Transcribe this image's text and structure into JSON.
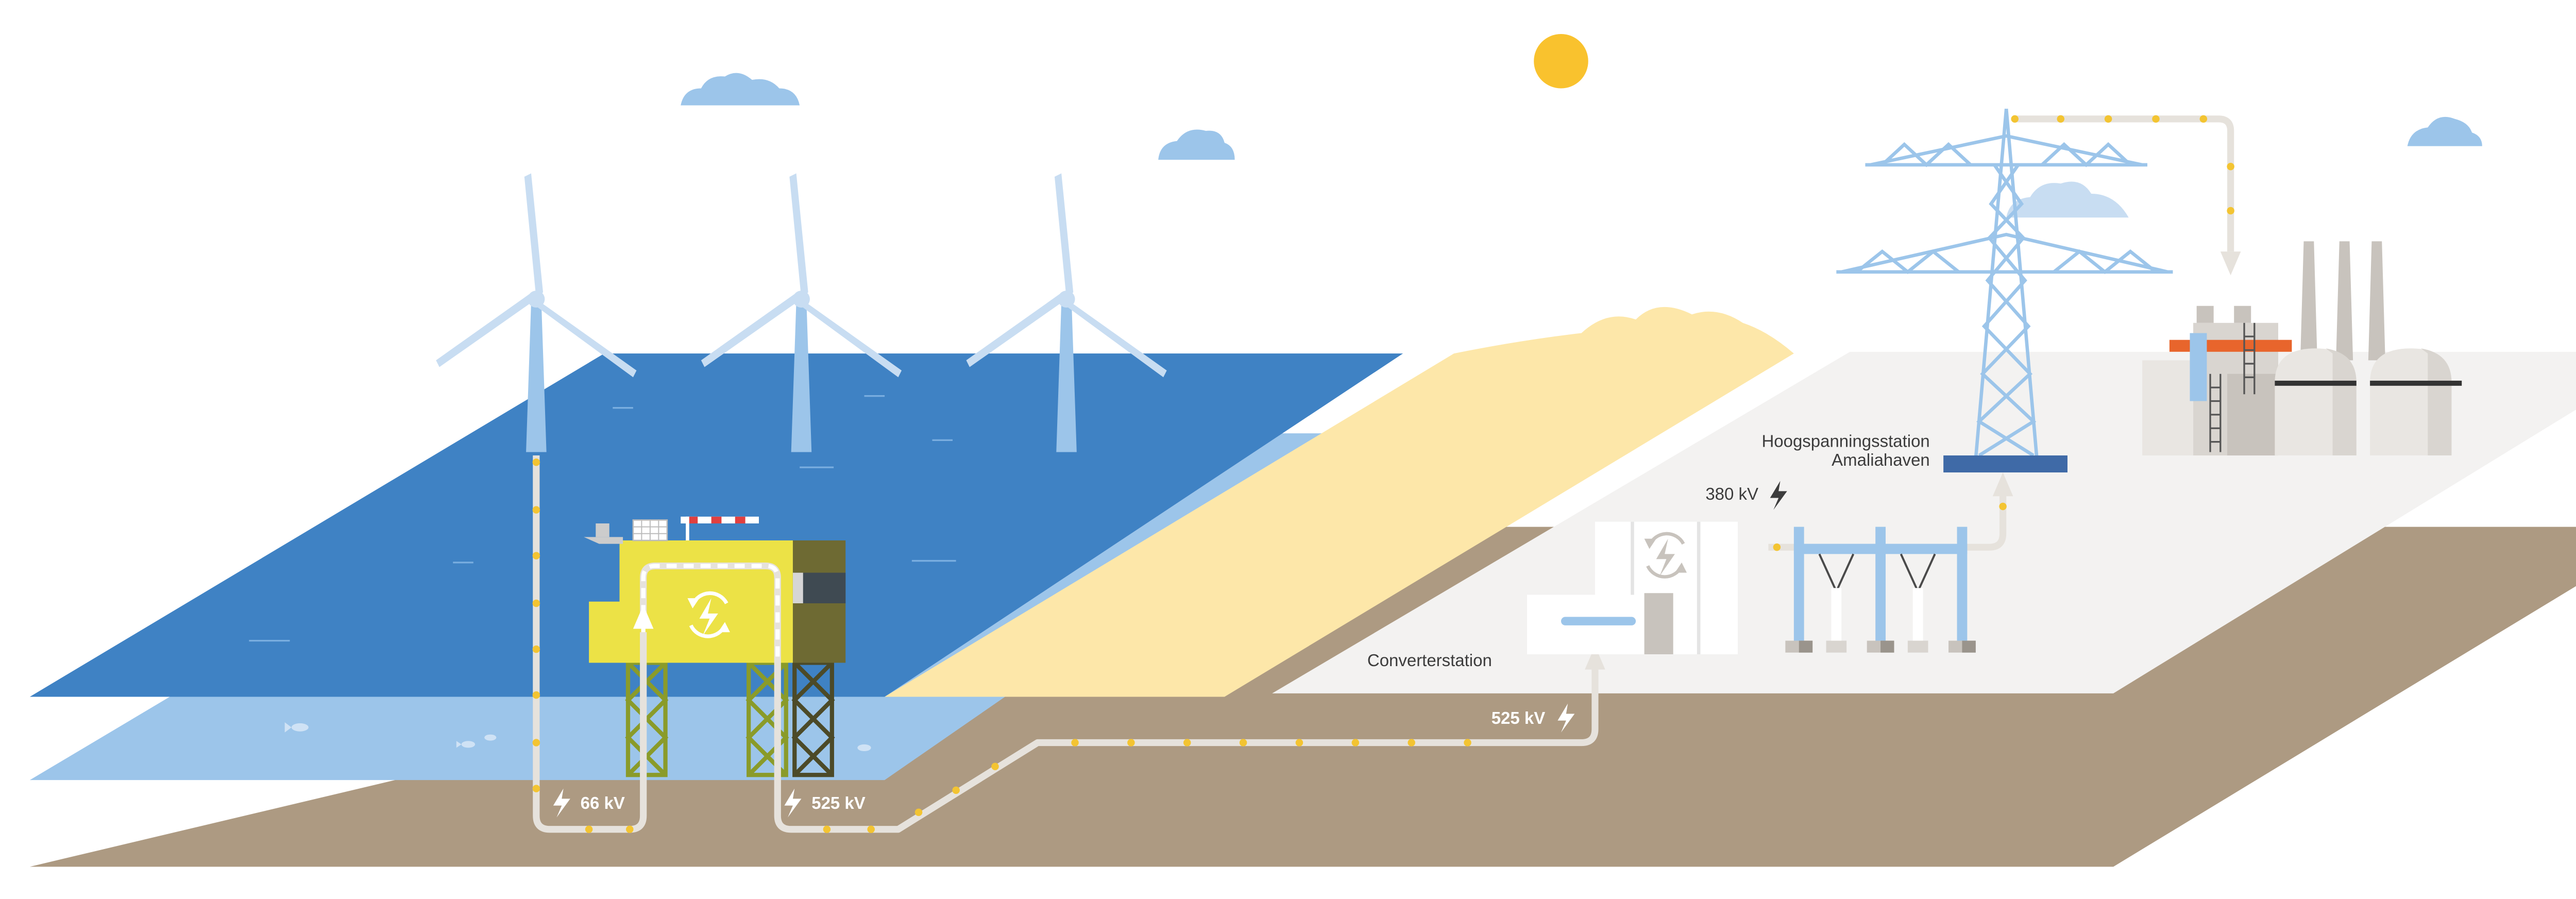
{
  "labels": {
    "offshore_cable_voltage": "66 kV",
    "export_cable_voltage_sea": "525 kV",
    "export_cable_voltage_land": "525 kV",
    "converter_station": "Converterstation",
    "substation_line1": "Hoogspanningsstation",
    "substation_line2": "Amaliahaven",
    "grid_voltage": "380 kV"
  },
  "icons": {
    "power": "lightning-bolt-icon",
    "converter": "ac-dc-converter-icon"
  },
  "colors": {
    "sea": "#3f82c4",
    "shallow_sea": "#9cc5ea",
    "seabed": "#ad9a82",
    "dune": "#fde7a9",
    "land": "#f3f2f1",
    "platform": "#ece246",
    "platform_side": "#6e6a33",
    "cable": "#e6e2dc",
    "cable_dots": "#f3c432",
    "pylon": "#9cc5ea",
    "sun": "#f9c22e",
    "cloud": "#9cc5ea",
    "plant_accent": "#e8652c"
  }
}
